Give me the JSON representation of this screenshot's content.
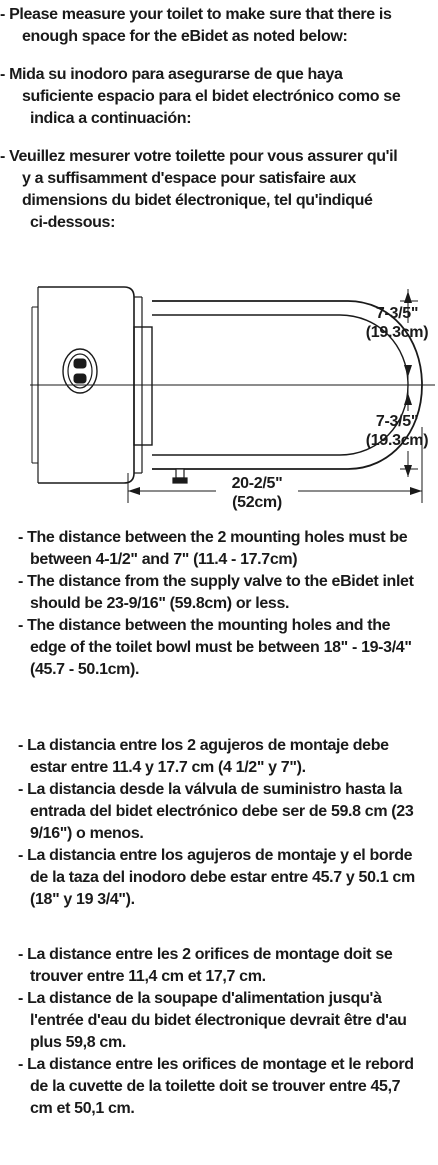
{
  "intro": [
    {
      "lines": [
        "- Please measure your toilet to make sure that there is",
        "enough space for the eBidet as noted below:"
      ]
    },
    {
      "lines": [
        "- Mida su inodoro para asegurarse de que haya",
        "suficiente espacio para el bidet electrónico como se",
        "indica a continuación:"
      ]
    },
    {
      "lines": [
        "- Veuillez mesurer votre toilette pour vous assurer qu'il",
        "y a suffisamment d'espace pour satisfaire aux",
        "dimensions du bidet électronique, tel qu'indiqué",
        "ci-dessous:"
      ]
    }
  ],
  "diagram": {
    "upper_width": {
      "imperial": "7-3/5\"",
      "metric": "(19.3cm)"
    },
    "lower_width": {
      "imperial": "7-3/5\"",
      "metric": "(19.3cm)"
    },
    "length": {
      "imperial": "20-2/5\"",
      "metric": "(52cm)"
    },
    "icons": [
      "toilet-top-view-icon",
      "control-knob-icon",
      "water-inlet-icon"
    ]
  },
  "english": [
    {
      "lines": [
        "- The distance between the 2 mounting holes must be",
        "between 4-1/2\" and 7\" (11.4 - 17.7cm)"
      ]
    },
    {
      "lines": [
        "- The distance from the supply valve to the eBidet inlet",
        "should be 23-9/16\" (59.8cm) or less."
      ]
    },
    {
      "lines": [
        "- The distance between the mounting holes and the",
        "edge of the toilet bowl must be between 18\" - 19-3/4\"",
        "(45.7 - 50.1cm)."
      ]
    }
  ],
  "spanish": [
    {
      "lines": [
        "- La distancia entre los 2 agujeros de montaje debe",
        "estar entre 11.4 y 17.7 cm (4 1/2\" y 7\")."
      ]
    },
    {
      "lines": [
        "- La distancia desde la válvula de suministro hasta la",
        "entrada del bidet electrónico debe ser de 59.8 cm (23",
        "9/16\") o menos."
      ]
    },
    {
      "lines": [
        "- La distancia entre los agujeros de montaje y el borde",
        "de la taza del inodoro debe estar entre 45.7 y 50.1 cm",
        "(18\" y 19 3/4\")."
      ]
    }
  ],
  "french": [
    {
      "lines": [
        "-  La distance entre les 2 orifices de montage doit se",
        "trouver entre 11,4 cm et 17,7 cm."
      ]
    },
    {
      "lines": [
        "-  La distance de la soupape d'alimentation jusqu'à",
        "l'entrée d'eau du bidet électronique devrait être d'au",
        "plus 59,8 cm."
      ]
    },
    {
      "lines": [
        "-  La distance entre les orifices de montage et le rebord",
        "de la cuvette de la toilette doit se trouver entre 45,7",
        "cm et 50,1 cm."
      ]
    }
  ]
}
